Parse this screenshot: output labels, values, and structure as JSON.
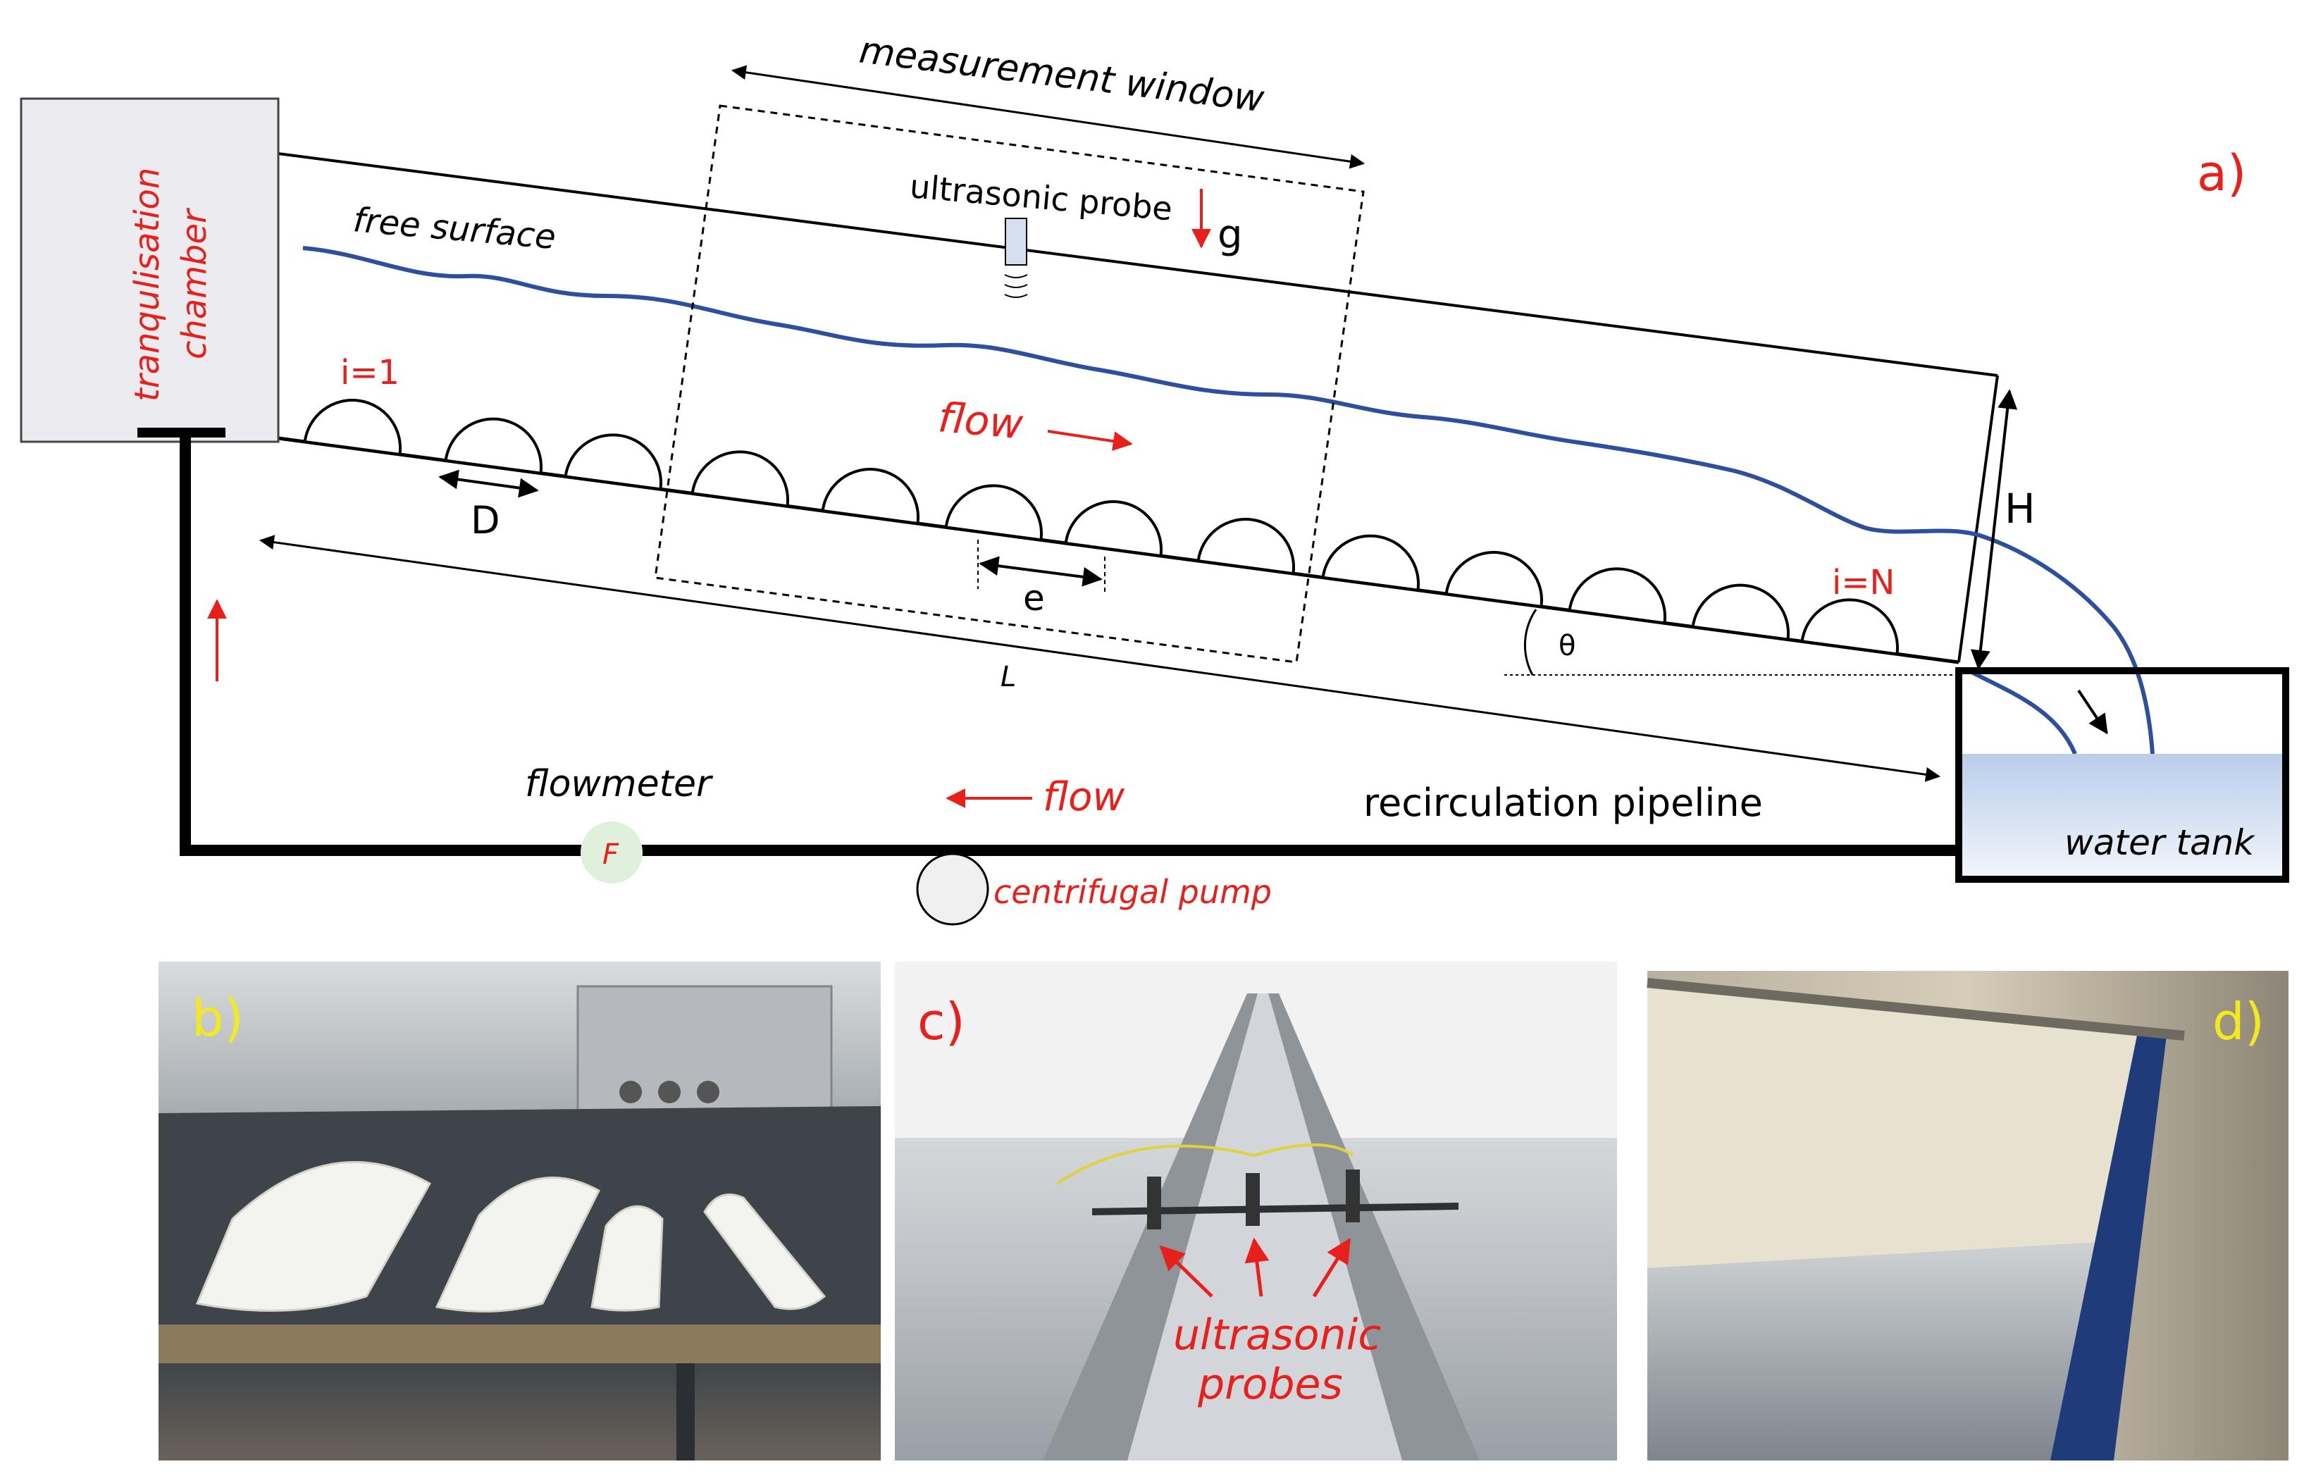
{
  "diagram": {
    "panel_a_label": "a)",
    "labels": {
      "measurement_window": "measurement window",
      "ultrasonic_probe": "ultrasonic probe",
      "gravity": "g",
      "free_surface": "free surface",
      "tranquilisation_chamber_line1": "tranqulisation",
      "tranquilisation_chamber_line2": "chamber",
      "first_element": "i=1",
      "last_element": "i=N",
      "flow_top": "flow",
      "diameter": "D",
      "spacing": "e",
      "length": "L",
      "angle": "θ",
      "height": "H",
      "flowmeter": "flowmeter",
      "flowmeter_symbol": "F",
      "flow_bottom": "flow",
      "recirculation_pipeline": "recirculation pipeline",
      "water_tank": "water tank",
      "centrifugal_pump": "centrifugal pump"
    },
    "colors": {
      "annotation_red": "#e8201c",
      "free_surface_blue": "#2d4f9e",
      "panel_label_yellow": "#f2ea1e",
      "tank_water": "#c9d9f0",
      "chamber_fill": "#ebebf0",
      "flowmeter_fill": "#dff0dd"
    }
  },
  "photos": {
    "b_label": "b)",
    "c_label": "c)",
    "d_label": "d)",
    "c_annotation_line1": "ultrasonic",
    "c_annotation_line2": "probes"
  }
}
